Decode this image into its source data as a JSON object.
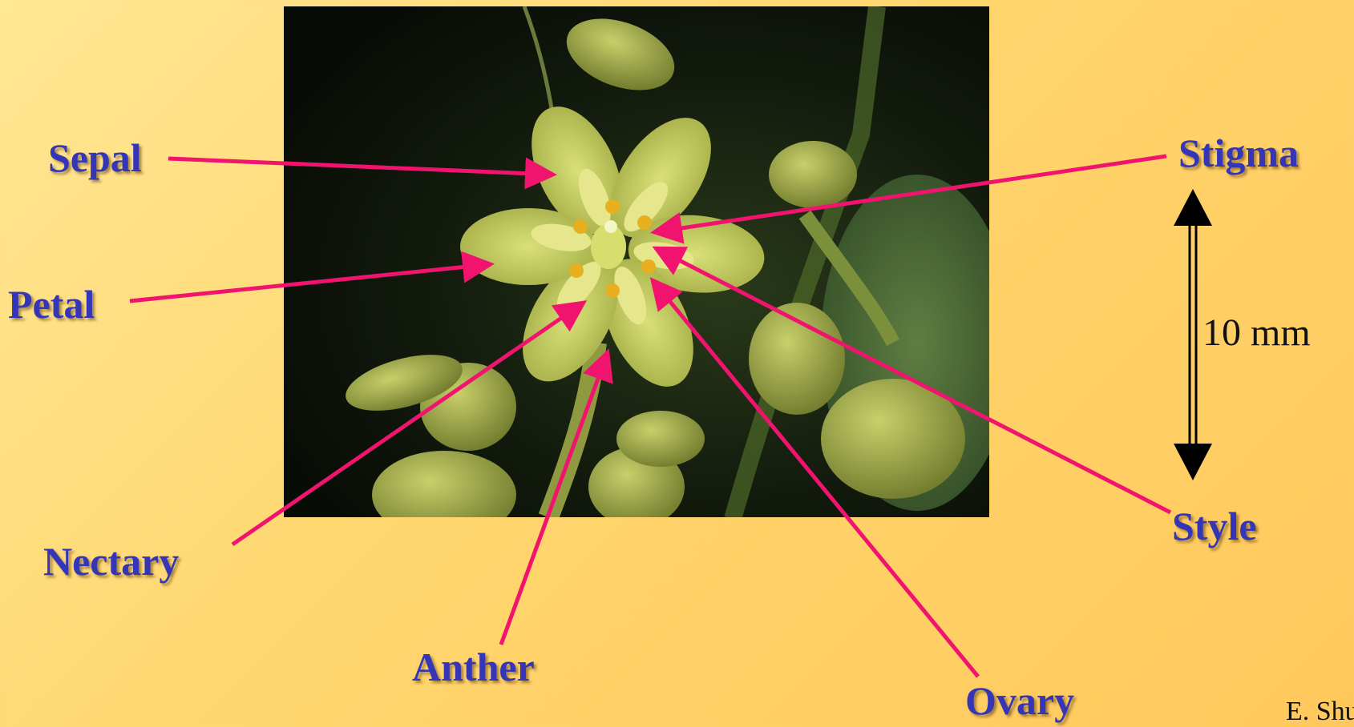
{
  "labels": {
    "sepal": "Sepal",
    "petal": "Petal",
    "nectary": "Nectary",
    "anther": "Anther",
    "ovary": "Ovary",
    "stigma": "Stigma",
    "style": "Style"
  },
  "scale_bar": {
    "text": "10 mm"
  },
  "credit": "E. Shu",
  "colors": {
    "background": "#ffd66e",
    "label_text": "#3535b8",
    "arrow": "#f0146e",
    "scale_bar": "#000000"
  }
}
